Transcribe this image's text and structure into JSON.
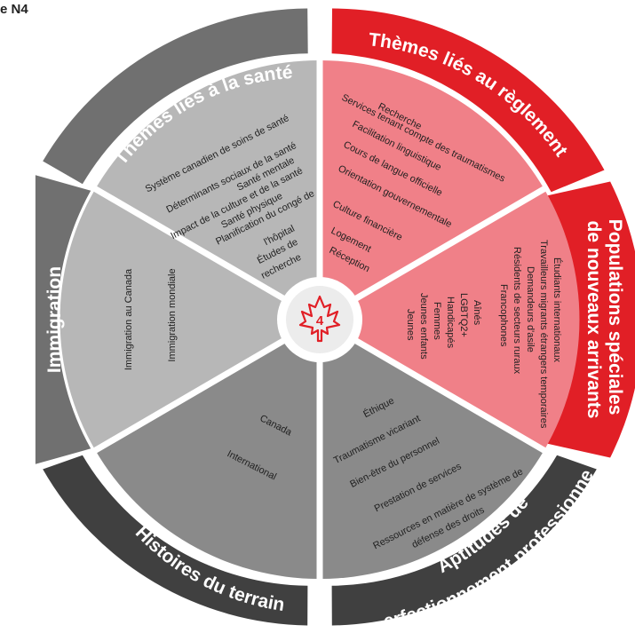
{
  "header": {
    "label": "e N4"
  },
  "colors": {
    "red": "#e11f26",
    "salmon": "#f08088",
    "ring_gray": "#707070",
    "ring_dark": "#404040",
    "inner_light": "#bdbdbd",
    "inner_mid": "#a8a8a8",
    "inner_dark": "#858585"
  },
  "center": {
    "logo": "maple-leaf-n4-logo-icon"
  },
  "sections": [
    {
      "key": "sante",
      "title": "Thèmes liés à la santé",
      "items": [
        "Système canadien de soins de santé",
        "Déterminants sociaux de la santé",
        "Impact de la culture et de la santé",
        "Santé mentale",
        "Santé physique",
        "Planification du congé de",
        "l'hôpital",
        "Études de",
        "recherche"
      ]
    },
    {
      "key": "reglement",
      "title": "Thèmes liés au règlement",
      "items": [
        "Recherche",
        "Services tenant compte des traumatismes",
        "Facilitation linguistique",
        "Cours de langue officielle",
        "Orientation gouvernementale",
        "Culture financière",
        "Logement",
        "Réception"
      ]
    },
    {
      "key": "populations",
      "title_lines": [
        "Populations spéciales",
        "de nouveaux arrivants"
      ],
      "items": [
        "Étudiants internationaux",
        "Travailleurs migrants étrangers temporaires",
        "Demandeurs d'asile",
        "Résidents de secteurs ruraux",
        "Francophones",
        "Aînés",
        "LGBTQ2+",
        "Handicapés",
        "Femmes",
        "Jeunes enfants",
        "Jeunes"
      ]
    },
    {
      "key": "aptitudes",
      "title_lines": [
        "Aptitudes de",
        "perfectionnement professionnel"
      ],
      "items": [
        "Éthique",
        "Traumatisme vicariant",
        "Bien-être du personnel",
        "Prestation de services",
        "Ressources en matière de système de",
        "défense des droits"
      ]
    },
    {
      "key": "histoires",
      "title": "Histoires du terrain",
      "items": [
        "Canada",
        "International"
      ]
    },
    {
      "key": "immigration",
      "title": "Immigration",
      "items": [
        "Immigration au Canada",
        "Immigration mondiale"
      ]
    }
  ]
}
